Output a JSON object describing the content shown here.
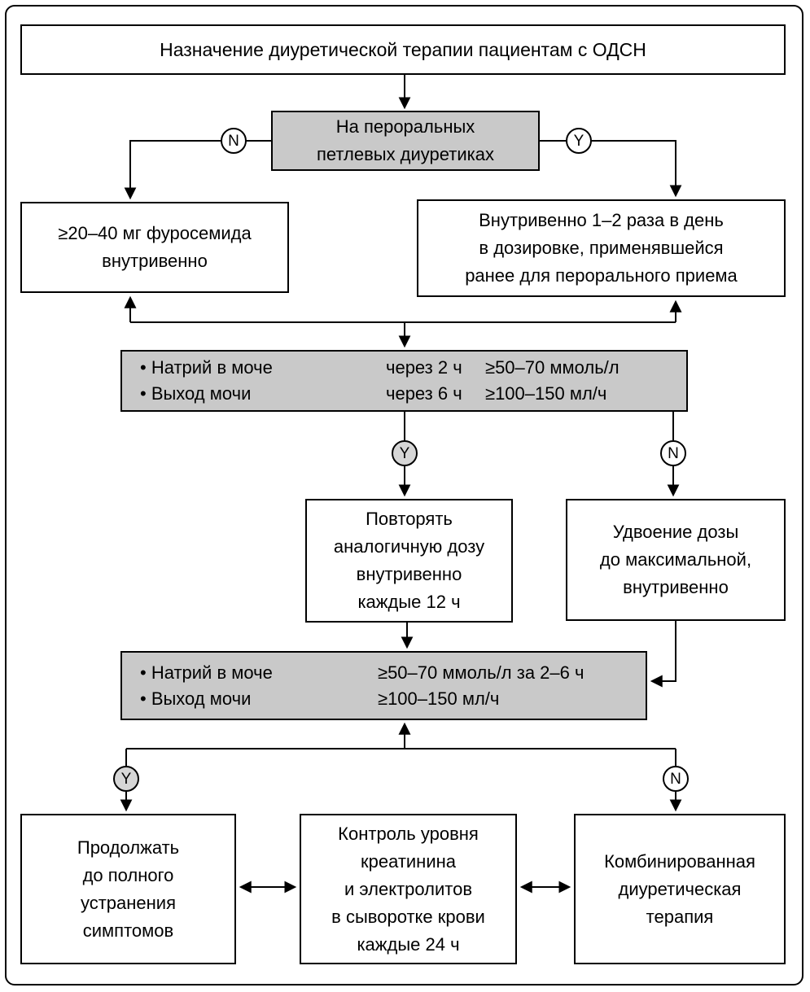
{
  "title": "Назначение диуретической терапии пациентам с ОДСН",
  "branch_labels": {
    "yes": "Y",
    "no": "N"
  },
  "boxes": {
    "decision_oral": "На пероральных\nпетлевых диуретиках",
    "iv_furosemide": "≥20–40 мг фуросемида\nвнутривенно",
    "iv_prior_oral": "Внутривенно 1–2 раза в день\nв дозировке, применявшейся\nранее для перорального приема",
    "repeat_dose": "Повторять\nаналогичную дозу\nвнутривенно\nкаждые 12 ч",
    "double_dose": "Удвоение дозы\nдо максимальной,\nвнутривенно",
    "continue_therapy": "Продолжать\nдо полного\nустранения\nсимптомов",
    "monitor_labs": "Контроль уровня\nкреатинина\nи электролитов\nв сыворотке крови\nкаждые 24 ч",
    "combination_therapy": "Комбинированная\nдиуретическая\nтерапия"
  },
  "assessment1": {
    "rows": [
      {
        "label": "• Натрий в моче",
        "time": "через 2 ч",
        "value": "≥50–70 ммоль/л"
      },
      {
        "label": "• Выход мочи",
        "time": "через 6 ч",
        "value": "≥100–150 мл/ч"
      }
    ]
  },
  "assessment2": {
    "rows": [
      {
        "label": "• Натрий в моче",
        "value": "≥50–70 ммоль/л за 2–6 ч"
      },
      {
        "label": "• Выход мочи",
        "value": "≥100–150 мл/ч"
      }
    ]
  },
  "colors": {
    "box_gray": "#c9c9c9",
    "yes_chip_gray": "#d6d6d6",
    "line": "#000000",
    "background": "#ffffff"
  }
}
